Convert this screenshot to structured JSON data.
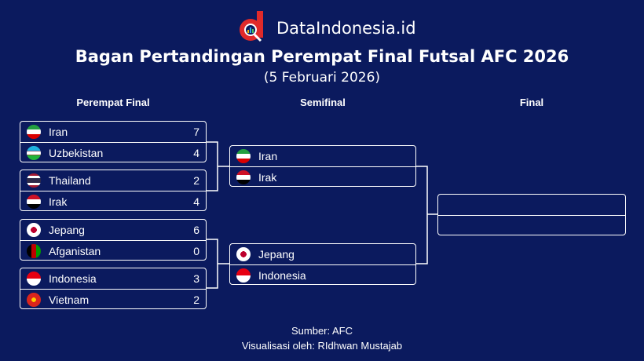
{
  "brand": {
    "name": "DataIndonesia.id"
  },
  "title": "Bagan Pertandingan Perempat Final Futsal AFC 2026",
  "subtitle": "(5 Februari 2026)",
  "columns": {
    "qf": "Perempat Final",
    "sf": "Semifinal",
    "final": "Final"
  },
  "quarterfinals": [
    [
      {
        "team": "Iran",
        "score": "7",
        "flag": "iran"
      },
      {
        "team": "Uzbekistan",
        "score": "4",
        "flag": "uzbekistan"
      }
    ],
    [
      {
        "team": "Thailand",
        "score": "2",
        "flag": "thailand"
      },
      {
        "team": "Irak",
        "score": "4",
        "flag": "iraq"
      }
    ],
    [
      {
        "team": "Jepang",
        "score": "6",
        "flag": "japan"
      },
      {
        "team": "Afganistan",
        "score": "0",
        "flag": "afghanistan"
      }
    ],
    [
      {
        "team": "Indonesia",
        "score": "3",
        "flag": "indonesia"
      },
      {
        "team": "Vietnam",
        "score": "2",
        "flag": "vietnam"
      }
    ]
  ],
  "semifinals": [
    [
      {
        "team": "Iran",
        "flag": "iran"
      },
      {
        "team": "Irak",
        "flag": "iraq"
      }
    ],
    [
      {
        "team": "Jepang",
        "flag": "japan"
      },
      {
        "team": "Indonesia",
        "flag": "indonesia"
      }
    ]
  ],
  "footer": {
    "source": "Sumber: AFC",
    "credit": "Visualisasi oleh: RIdhwan Mustajab"
  },
  "colors": {
    "background": "#0b1a5e",
    "logo_red": "#e02a2a"
  }
}
